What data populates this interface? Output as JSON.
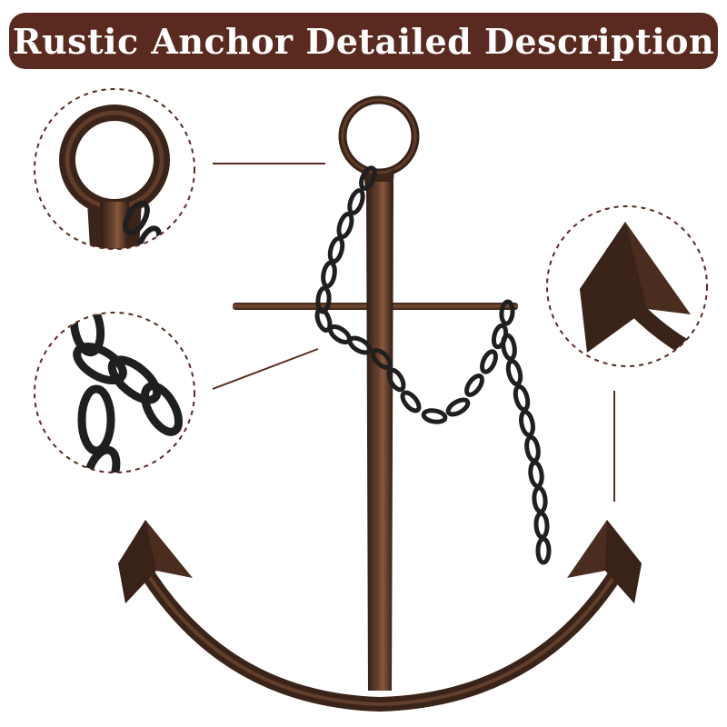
{
  "banner": {
    "title": "Rustic Anchor Detailed Description"
  },
  "colors": {
    "banner_bg": "#5a2a20",
    "banner_text": "#ffffff",
    "rust": "#5b3a2a",
    "rust_dark": "#2e1c14",
    "rust_light": "#8a5a3c",
    "chain": "#1f1f1f",
    "callout_line": "#5a2a20",
    "dashed_circle": "#5a2a20"
  },
  "callouts": [
    {
      "name": "ring-detail",
      "icon": "anchor-ring-icon"
    },
    {
      "name": "chain-detail",
      "icon": "chain-links-icon"
    },
    {
      "name": "fluke-detail",
      "icon": "anchor-fluke-icon"
    }
  ]
}
